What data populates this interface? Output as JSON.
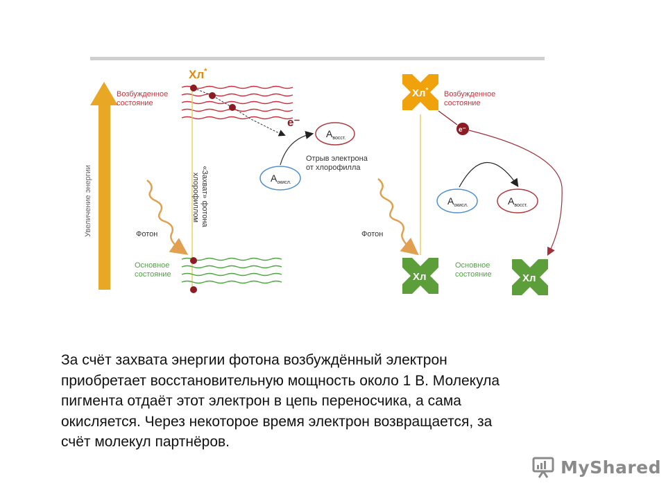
{
  "diagram": {
    "top_caption": "",
    "energy_axis_label": "Увеличение энергии",
    "chl_excited_label": "Хл",
    "chl_ground_label": "Хл",
    "excited_superscript": "*",
    "excited_state_line1": "Возбужденное",
    "excited_state_line2": "состояние",
    "ground_state_line1": "Основное",
    "ground_state_line2": "состояние",
    "photon_label": "Фотон",
    "capture_label_line1": "«Захват» фотона",
    "capture_label_line2": "хлорофиллом",
    "electron_label": "e⁻",
    "detach_line1": "Отрыв электрона",
    "detach_line2": "от хлорофилла",
    "acceptor_ox_letter": "A",
    "acceptor_ox_sub": "окисл.",
    "acceptor_red_letter": "A",
    "acceptor_red_sub": "восст.",
    "colors": {
      "energy_arrow": "#e8a826",
      "excited_red": "#cc2f3a",
      "ground_green": "#4aa63c",
      "chl_excited_fill": "#f0a20c",
      "chl_ground_fill": "#5c9f3a",
      "electron": "#8c1c24",
      "oxidized_blue": "#4f8fcf",
      "reduced_red": "#b0383d",
      "photon_wave": "#e0a050"
    }
  },
  "caption": {
    "line1": "За счёт захвата энергии фотона возбуждённый электрон",
    "line2": "приобретает восстановительную мощность около 1 В.  Молекула",
    "line3": "пигмента отдаёт этот электрон в цепь переносчика, а сама",
    "line4": "окисляется. Через некоторое время электрон возвращается, за",
    "line5": "счёт молекул партнёров."
  },
  "brand": {
    "name": "MyShared",
    "icon": "presentation-board-icon"
  }
}
